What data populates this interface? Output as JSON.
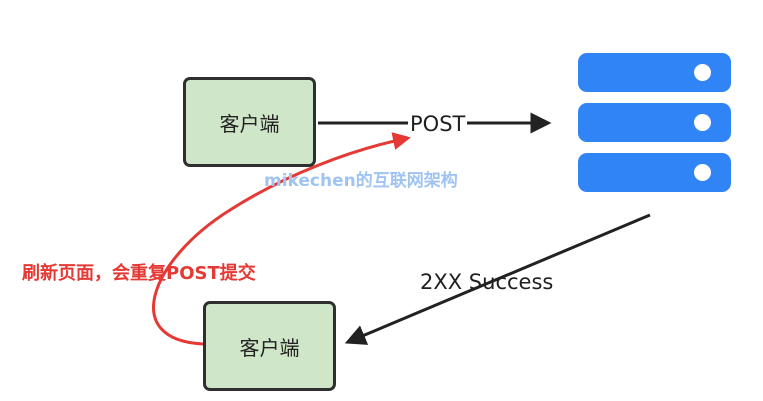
{
  "client_top": {
    "label": "客户端"
  },
  "client_bottom": {
    "label": "客户端"
  },
  "post_arrow": {
    "label": "POST"
  },
  "success_arrow": {
    "label": "2XX Success"
  },
  "watermark": {
    "text": "mikechen的互联网架构"
  },
  "refresh_note": {
    "text": "刷新页面，会重复POST提交"
  },
  "colors": {
    "client_fill": "#cfe6c8",
    "client_border": "#2f2f2f",
    "server_blue": "#3184f5",
    "refresh_red": "#e53935",
    "watermark_blue": "#9fc4f2"
  },
  "icons": {
    "server": "server-stack-icon"
  }
}
